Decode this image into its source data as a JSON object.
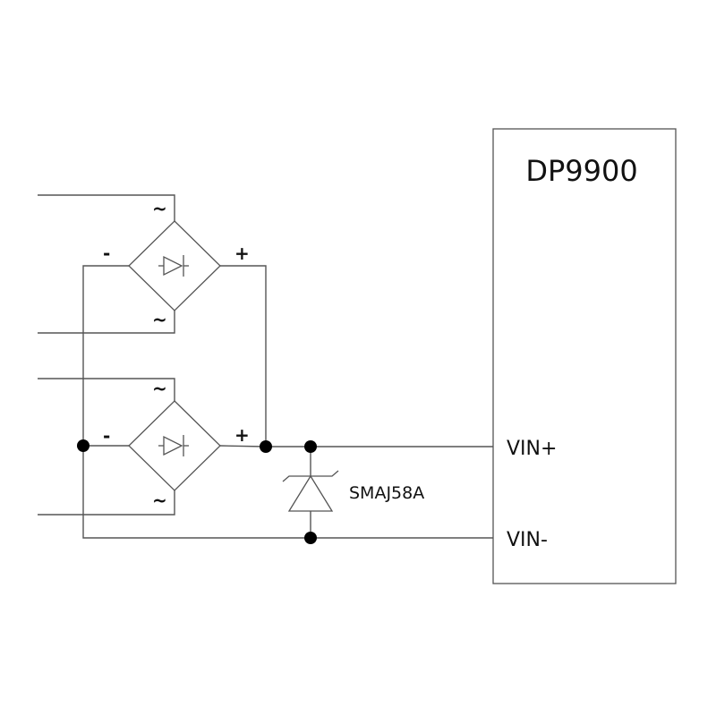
{
  "chip": {
    "name": "DP9900",
    "pin_vin_plus": "VIN+",
    "pin_vin_minus": "VIN-"
  },
  "tvs_diode": {
    "part_number": "SMAJ58A"
  },
  "bridge_top": {
    "ac_top": "~",
    "ac_bottom": "~",
    "minus": "-",
    "plus": "+"
  },
  "bridge_bottom": {
    "ac_top": "~",
    "ac_bottom": "~",
    "minus": "-",
    "plus": "+"
  }
}
